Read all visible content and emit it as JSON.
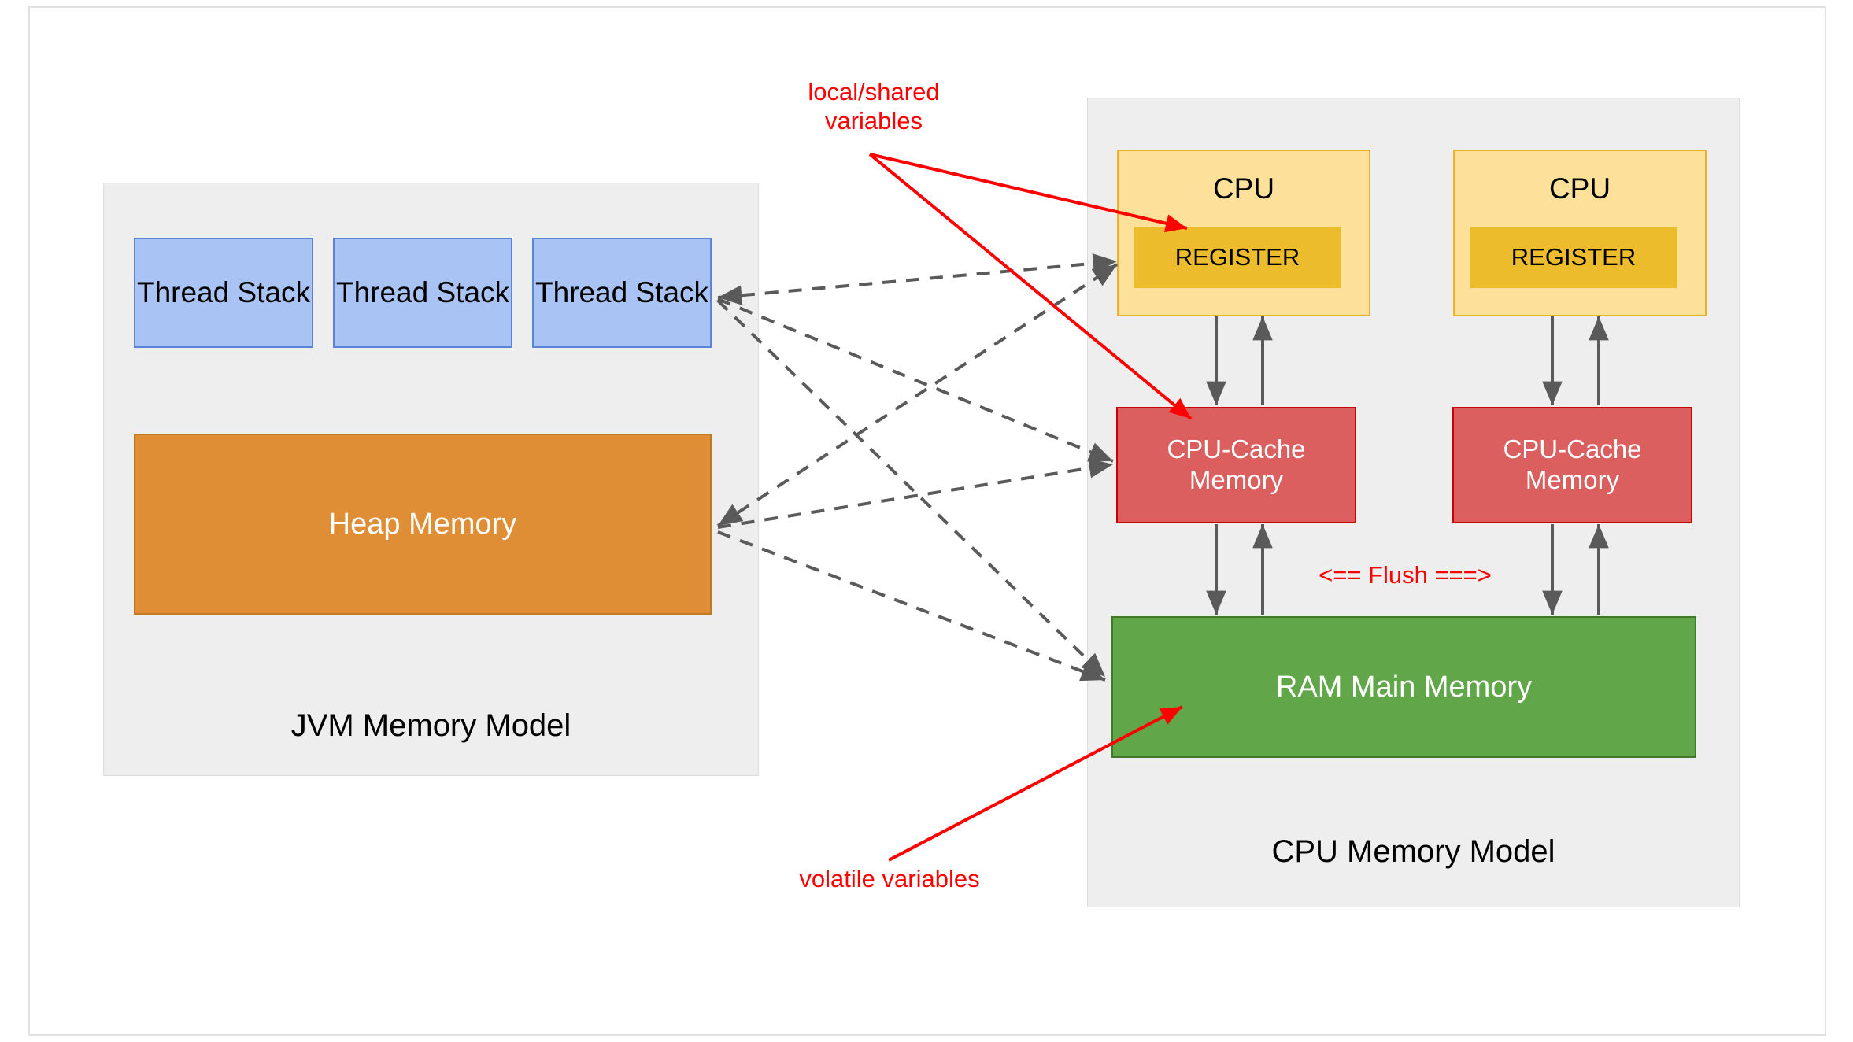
{
  "diagram": {
    "title": "JVM Memory Model and CPU Memory Model",
    "groups": {
      "jvm": {
        "title": "JVM Memory Model"
      },
      "cpu": {
        "title": "CPU Memory Model"
      }
    },
    "jvm_nodes": {
      "thread_stacks": [
        "Thread\nStack",
        "Thread\nStack",
        "Thread\nStack"
      ],
      "heap": "Heap Memory"
    },
    "cpu_nodes": {
      "cpus": [
        "CPU",
        "CPU"
      ],
      "registers": [
        "REGISTER",
        "REGISTER"
      ],
      "caches": [
        "CPU-Cache\nMemory",
        "CPU-Cache\nMemory"
      ],
      "ram": "RAM Main Memory"
    },
    "annotations": {
      "local_shared": "local/shared\nvariables",
      "volatile": "volatile variables",
      "flush": "<== Flush ===>"
    },
    "colors": {
      "group_fill": "#eeeeee",
      "group_stroke": "#dddddd",
      "thread_stack_fill": "#a9c4f4",
      "thread_stack_stroke": "#5b84d6",
      "heap_fill": "#e08e35",
      "heap_stroke": "#c07a26",
      "cpu_fill": "#fde09a",
      "cpu_stroke": "#eab328",
      "register_fill": "#edbc2c",
      "cache_fill": "#db5f5f",
      "cache_stroke": "#cc0000",
      "ram_fill": "#61a74a",
      "ram_stroke": "#3f7a2c",
      "annotation": "#ff0000",
      "connector": "#5a5a5a",
      "page_border": "#e0e0e0"
    }
  }
}
